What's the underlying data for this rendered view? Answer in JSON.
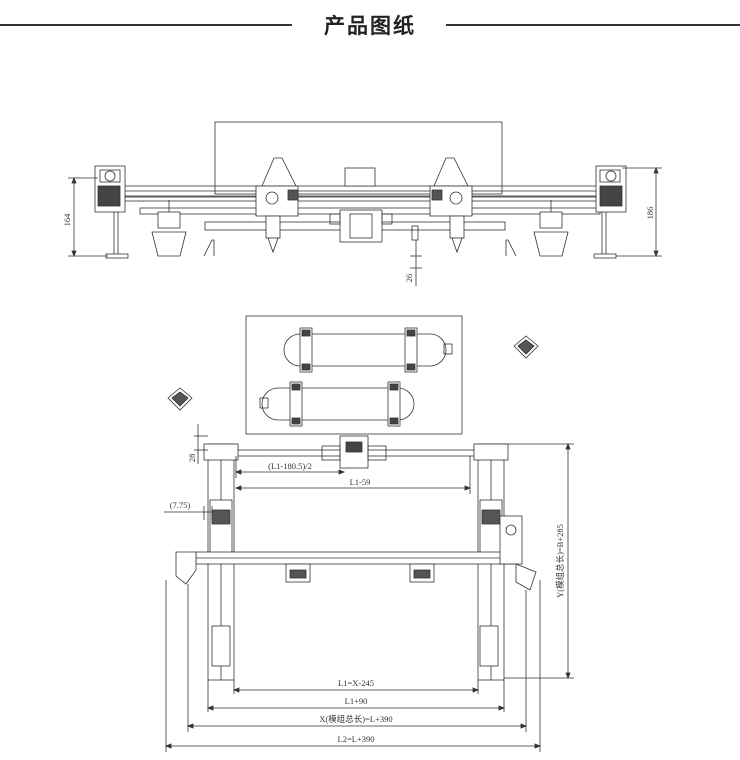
{
  "header": {
    "title": "产品图纸"
  },
  "front_view": {
    "dims": {
      "left_height": "164",
      "right_height": "186",
      "bottom_offset": "26"
    }
  },
  "top_view": {
    "dims": {
      "top_offset": "28",
      "half_span": "(L1-180.5)/2",
      "l1_minus_59": "L1-59",
      "side_offset": "(7.75)",
      "y_length": "Y(模组总长)=B+285",
      "l1_x": "L1=X-245",
      "l1_plus": "L1+90",
      "x_total": "X(模组总长)=L+390",
      "l2": "L2=L+390"
    }
  }
}
